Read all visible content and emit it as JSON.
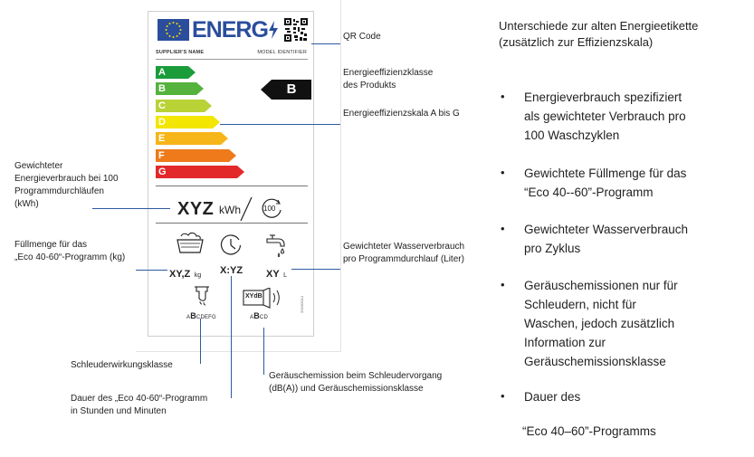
{
  "label": {
    "energy_word": "ENERG",
    "supplier_name": "SUPPLIER'S NAME",
    "model_identifier": "MODEL IDENTIFIER",
    "scale": [
      {
        "letter": "A",
        "color": "#1a9c3b"
      },
      {
        "letter": "B",
        "color": "#55b23d"
      },
      {
        "letter": "C",
        "color": "#b9d236"
      },
      {
        "letter": "D",
        "color": "#f3e600"
      },
      {
        "letter": "E",
        "color": "#f6b518"
      },
      {
        "letter": "F",
        "color": "#ee7a1c"
      },
      {
        "letter": "G",
        "color": "#e3282a"
      }
    ],
    "product_class": "B",
    "energy_value": "XYZ",
    "energy_unit": "kWh",
    "cycles": "100",
    "capacity_value": "XY,Z",
    "capacity_unit": "kg",
    "duration_value": "X:YZ",
    "water_value": "XY",
    "water_unit": "L",
    "spin_scale_pre": "A",
    "spin_scale_bold": "B",
    "spin_scale_post": "CDEFG",
    "noise_icon_text": "XYdB",
    "noise_scale_pre": "A",
    "noise_scale_bold": "B",
    "noise_scale_post": "CD",
    "regulation_code": "2019/2014"
  },
  "annotations": {
    "qr_code": "QR Code",
    "efficiency_class": [
      "Energieeffizienzklasse",
      "des Produkts"
    ],
    "efficiency_scale": "Energieeffizienzskala A bis G",
    "energy_consumption": [
      "Gewichteter",
      "Energieverbrauch bei 100",
      "Programmdurchläufen",
      "(kWh)"
    ],
    "capacity": [
      "Füllmenge für das",
      "„Eco 40-60“-Programm (kg)"
    ],
    "water": [
      "Gewichteter Wasserverbrauch",
      "pro Programmdurchlauf (Liter)"
    ],
    "spin_class": "Schleuderwirkungsklasse",
    "duration": [
      "Dauer des „Eco 40-60“-Programm",
      "in Stunden und Minuten"
    ],
    "noise": [
      "Geräuschemission beim Schleudervorgang",
      "(dB(A)) und Geräuschemissionsklasse"
    ]
  },
  "right_panel": {
    "title": [
      "Unterschiede zur alten Energieetikette",
      "(zusätzlich zur Effizienzskala)"
    ],
    "bullets": [
      [
        "Energieverbrauch spezifiziert",
        "als gewichteter Verbrauch pro",
        "100 Waschzyklen"
      ],
      [
        "Gewichtete Füllmenge für das",
        "“Eco 40--60”-Programm"
      ],
      [
        "Gewichteter Wasserverbrauch",
        "pro Zyklus"
      ],
      [
        "Geräuschemissionen nur für",
        "Schleudern, nicht für",
        "Waschen, jedoch zusätzlich",
        "Information zur",
        "Geräuschemissionsklasse"
      ],
      [
        "Dauer des"
      ]
    ],
    "bullet_char": "•",
    "footer": "“Eco 40–60”-Programms"
  },
  "colors": {
    "eu_blue": "#2a4d9c",
    "leader_line": "#2d5aa0"
  }
}
